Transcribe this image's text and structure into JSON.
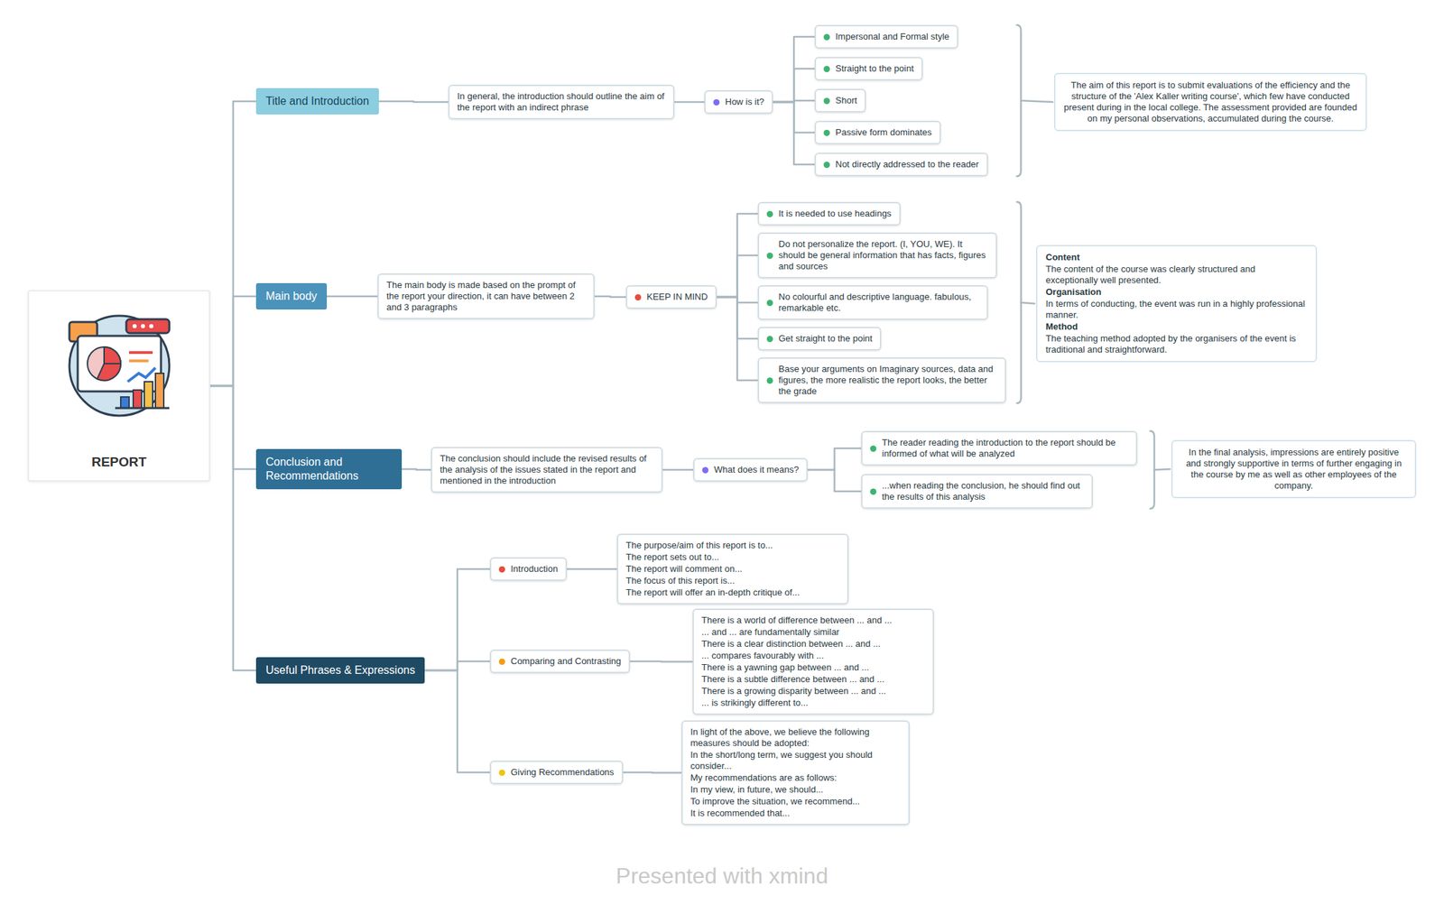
{
  "diagram": {
    "nodes": [
      {
        "text": [
          "REPORT"
        ]
      },
      {
        "text": [
          "Title and Introduction"
        ]
      },
      {
        "text": [
          "In general, the introduction should outline the aim of the report with an indirect phrase"
        ]
      },
      {
        "text": [
          "How is it?"
        ]
      },
      {
        "text": [
          "Impersonal and Formal style"
        ]
      },
      {
        "text": [
          "Straight to the point"
        ]
      },
      {
        "text": [
          "Short"
        ]
      },
      {
        "text": [
          "Passive form dominates"
        ]
      },
      {
        "text": [
          "Not directly addressed to the reader"
        ]
      },
      {
        "text": [
          "The aim of this report is to submit evaluations of the efficiency and the structure of the 'Alex Kaller writing course', which few have conducted present during in the local college. The assessment provided are founded on my personal observations, accumulated during the course."
        ]
      },
      {
        "text": [
          "Main body"
        ]
      },
      {
        "text": [
          "The main body is made based on the prompt of the report your direction, it can have between 2 and 3 paragraphs"
        ]
      },
      {
        "text": [
          "KEEP IN MIND"
        ]
      },
      {
        "text": [
          "It is needed to use headings"
        ]
      },
      {
        "text": [
          "Do not personalize the report. (I, YOU, WE). It should be general information that has facts, figures and sources"
        ]
      },
      {
        "text": [
          "No colourful and descriptive language. fabulous, remarkable etc."
        ]
      },
      {
        "text": [
          "Get straight to the point"
        ]
      },
      {
        "text": [
          "Base your arguments on Imaginary sources, data and figures, the more realistic the report looks, the better the grade"
        ]
      },
      {
        "text": [
          "Content",
          "The content of the course was clearly structured and exceptionally well presented.",
          "Organisation",
          "In terms of conducting, the event was run in a highly professional manner.",
          "Method",
          "The teaching method adopted by the organisers of the event is traditional and straightforward."
        ]
      },
      {
        "text": [
          "Conclusion and Recommendations"
        ]
      },
      {
        "text": [
          "The conclusion should include the revised results of the analysis of the issues stated in the report and mentioned in the introduction"
        ]
      },
      {
        "text": [
          "What does it means?"
        ]
      },
      {
        "text": [
          "The reader reading the introduction to the report should be informed of what will be analyzed"
        ]
      },
      {
        "text": [
          "...when reading the conclusion, he should find out the results of this analysis"
        ]
      },
      {
        "text": [
          "In the final analysis, impressions are entirely positive and strongly supportive in terms of further engaging in the course by me as well as other employees of the company."
        ]
      },
      {
        "text": [
          "Useful Phrases & Expressions"
        ]
      },
      {
        "text": [
          "Introduction"
        ]
      },
      {
        "text": [
          "The purpose/aim of this report is to...",
          "The report sets out to...",
          "The report will comment on...",
          "The focus of this report is...",
          "The report will offer an in-depth critique of..."
        ]
      },
      {
        "text": [
          "Comparing and Contrasting"
        ]
      },
      {
        "text": [
          "There is a world of difference between ... and ...",
          "... and ... are fundamentally similar",
          "There is a clear distinction between ... and ...",
          "... compares favourably with ...",
          "There is a yawning gap between ... and ...",
          "There is a subtle difference between ... and ...",
          "There is a growing disparity between ... and ...",
          "... is strikingly different to..."
        ]
      },
      {
        "text": [
          "Giving Recommendations"
        ]
      },
      {
        "text": [
          "In light of the above, we believe the following measures should be adopted:",
          "In the short/long term, we suggest you should consider...",
          "My recommendations are as follows:",
          "In my view, in future, we should...",
          "To improve the situation, we recommend...",
          "It is recommended that..."
        ]
      }
    ],
    "edges": [
      {
        "from": 0,
        "to": 1,
        "arrow": "none"
      },
      {
        "from": 0,
        "to": 10,
        "arrow": "none"
      },
      {
        "from": 0,
        "to": 19,
        "arrow": "none"
      },
      {
        "from": 0,
        "to": 25,
        "arrow": "none"
      },
      {
        "from": 1,
        "to": 2,
        "arrow": "none"
      },
      {
        "from": 2,
        "to": 3,
        "arrow": "none"
      },
      {
        "from": 3,
        "to": 4,
        "arrow": "none"
      },
      {
        "from": 3,
        "to": 5,
        "arrow": "none"
      },
      {
        "from": 3,
        "to": 6,
        "arrow": "none"
      },
      {
        "from": 3,
        "to": 7,
        "arrow": "none"
      },
      {
        "from": 3,
        "to": 8,
        "arrow": "none"
      },
      {
        "from": 10,
        "to": 11,
        "arrow": "none"
      },
      {
        "from": 11,
        "to": 12,
        "arrow": "none"
      },
      {
        "from": 12,
        "to": 13,
        "arrow": "none"
      },
      {
        "from": 12,
        "to": 14,
        "arrow": "none"
      },
      {
        "from": 12,
        "to": 15,
        "arrow": "none"
      },
      {
        "from": 12,
        "to": 16,
        "arrow": "none"
      },
      {
        "from": 12,
        "to": 17,
        "arrow": "none"
      },
      {
        "from": 19,
        "to": 20,
        "arrow": "none"
      },
      {
        "from": 20,
        "to": 21,
        "arrow": "none"
      },
      {
        "from": 21,
        "to": 22,
        "arrow": "none"
      },
      {
        "from": 21,
        "to": 23,
        "arrow": "none"
      },
      {
        "from": 25,
        "to": 26,
        "arrow": "none"
      },
      {
        "from": 25,
        "to": 28,
        "arrow": "none"
      },
      {
        "from": 25,
        "to": 30,
        "arrow": "none"
      },
      {
        "from": 26,
        "to": 27,
        "arrow": "none"
      },
      {
        "from": 28,
        "to": 29,
        "arrow": "none"
      },
      {
        "from": 30,
        "to": 31,
        "arrow": "none"
      }
    ],
    "labels": [
      "Presented with xmind"
    ]
  }
}
